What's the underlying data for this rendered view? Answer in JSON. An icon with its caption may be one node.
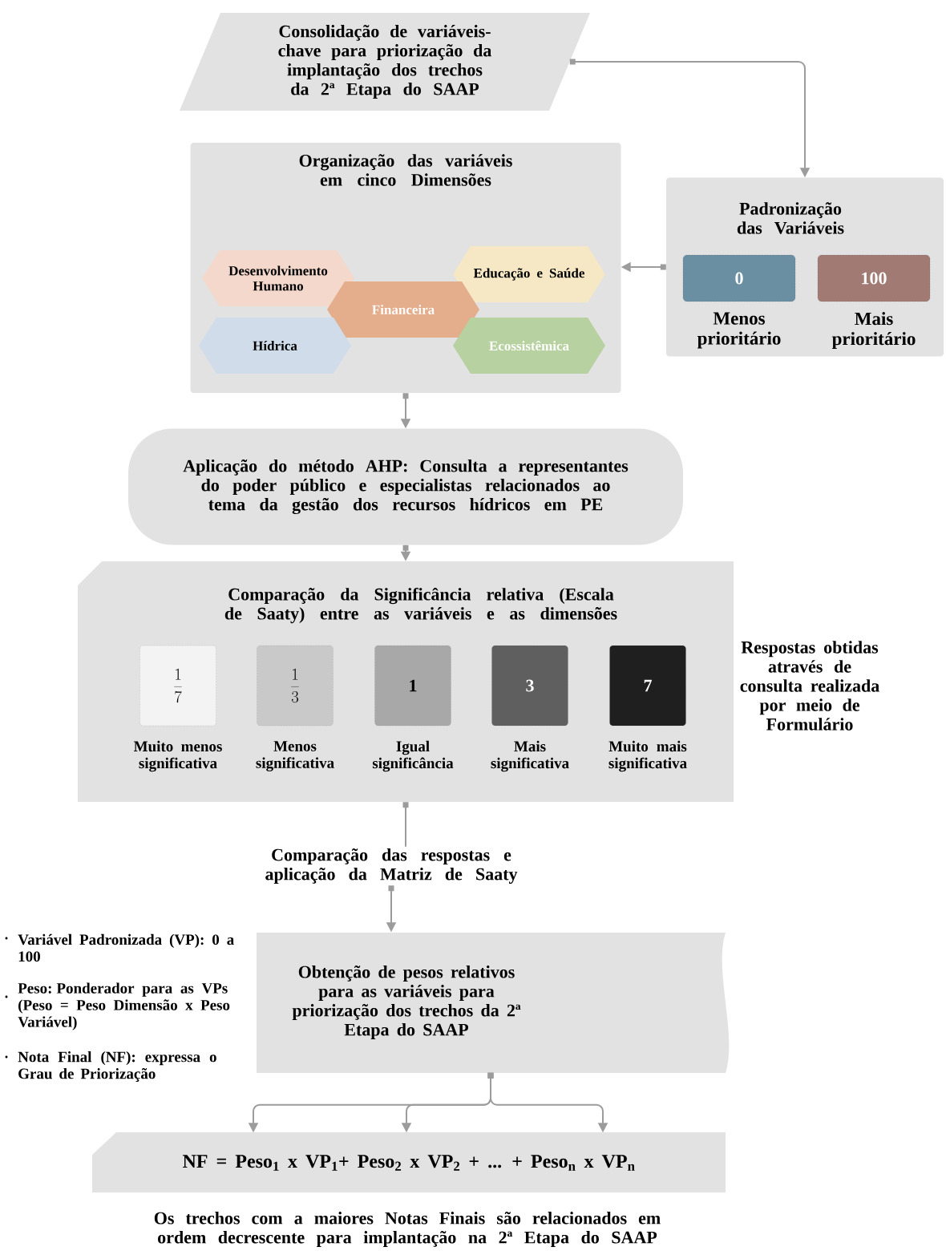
{
  "diagram": {
    "nodes": [
      {
        "text": [
          "Consolidação de variáveis-chave para priorização da implantação dos trechos da 2ª Etapa do SAAP"
        ]
      },
      {
        "text": [
          "Organização das variáveis em cinco Dimensões"
        ]
      },
      {
        "text": [
          "Desenvolvimento Humano"
        ],
        "in": 1
      },
      {
        "text": [
          "Educação e Saúde"
        ],
        "in": 1
      },
      {
        "text": [
          "Financeira"
        ],
        "in": 1
      },
      {
        "text": [
          "Hídrica"
        ],
        "in": 1
      },
      {
        "text": [
          "Ecossistêmica"
        ],
        "in": 1
      },
      {
        "text": [
          "Padronização das Variáveis"
        ]
      },
      {
        "text": [
          "0"
        ],
        "in": 7,
        "beside": [
          "Menos prioritário"
        ]
      },
      {
        "text": [
          "100"
        ],
        "in": 7,
        "beside": [
          "Mais prioritário"
        ]
      },
      {
        "text": [
          "Aplicação do método AHP: Consulta a representantes do poder público e especialistas relacionados ao tema da gestão dos recursos hídricos em PE"
        ]
      },
      {
        "text": [
          "Comparação da Significância relativa (Escala de Saaty) entre as variáveis e as dimensões"
        ]
      },
      {
        "text": [
          "\\frac{1}{7}"
        ],
        "in": 11,
        "beside": [
          "Muito menos significativa"
        ]
      },
      {
        "text": [
          "\\frac{1}{3}"
        ],
        "in": 11,
        "beside": [
          "Menos significativa"
        ]
      },
      {
        "text": [
          "1"
        ],
        "in": 11,
        "beside": [
          "Igual significância"
        ]
      },
      {
        "text": [
          "3"
        ],
        "in": 11,
        "beside": [
          "Mais significativa"
        ]
      },
      {
        "text": [
          "7"
        ],
        "in": 11,
        "beside": [
          "Muito mais significativa"
        ]
      },
      {
        "text": [
          "Comparação das respostas e aplicação da Matriz de Saaty"
        ]
      },
      {
        "text": [
          "Obtenção de pesos relativos para as variáveis para priorização dos trechos da 2ª Etapa do SAAP"
        ]
      },
      {
        "text": [
          "NF = Peso$_{1}$ x VP$_{1}$+ Peso$_{2}$ x VP$_{2}$ + ... + Peso$_{n}$ x VP$_{n}$"
        ]
      }
    ],
    "edges": [
      {
        "from": 0,
        "to": 7,
        "arrow": "to"
      },
      {
        "from": 7,
        "to": 1,
        "arrow": "to"
      },
      {
        "from": 1,
        "to": 10,
        "arrow": "to"
      },
      {
        "from": 10,
        "to": 11,
        "arrow": "to"
      },
      {
        "from": 11,
        "to": 17,
        "arrow": "other"
      },
      {
        "from": 17,
        "to": 18,
        "arrow": "to"
      },
      {
        "from": 18,
        "to": 19,
        "arrow": "to"
      },
      {
        "from": 18,
        "to": 19,
        "arrow": "to"
      },
      {
        "from": 18,
        "to": 19,
        "arrow": "to"
      }
    ],
    "labels": [
      "Respostas obtidas através de consulta realizada por meio de Formulário",
      "Variável Padronizada (VP): 0 a 100",
      "Peso: Ponderador para as VPs (Peso = Peso Dimensão x Peso Variável)",
      "Nota Final (NF): expressa o Grau de Priorização",
      "Os trechos com a maiores Notas Finais são relacionados em ordem decrescente para implantação na 2ª Etapa do SAAP"
    ]
  }
}
